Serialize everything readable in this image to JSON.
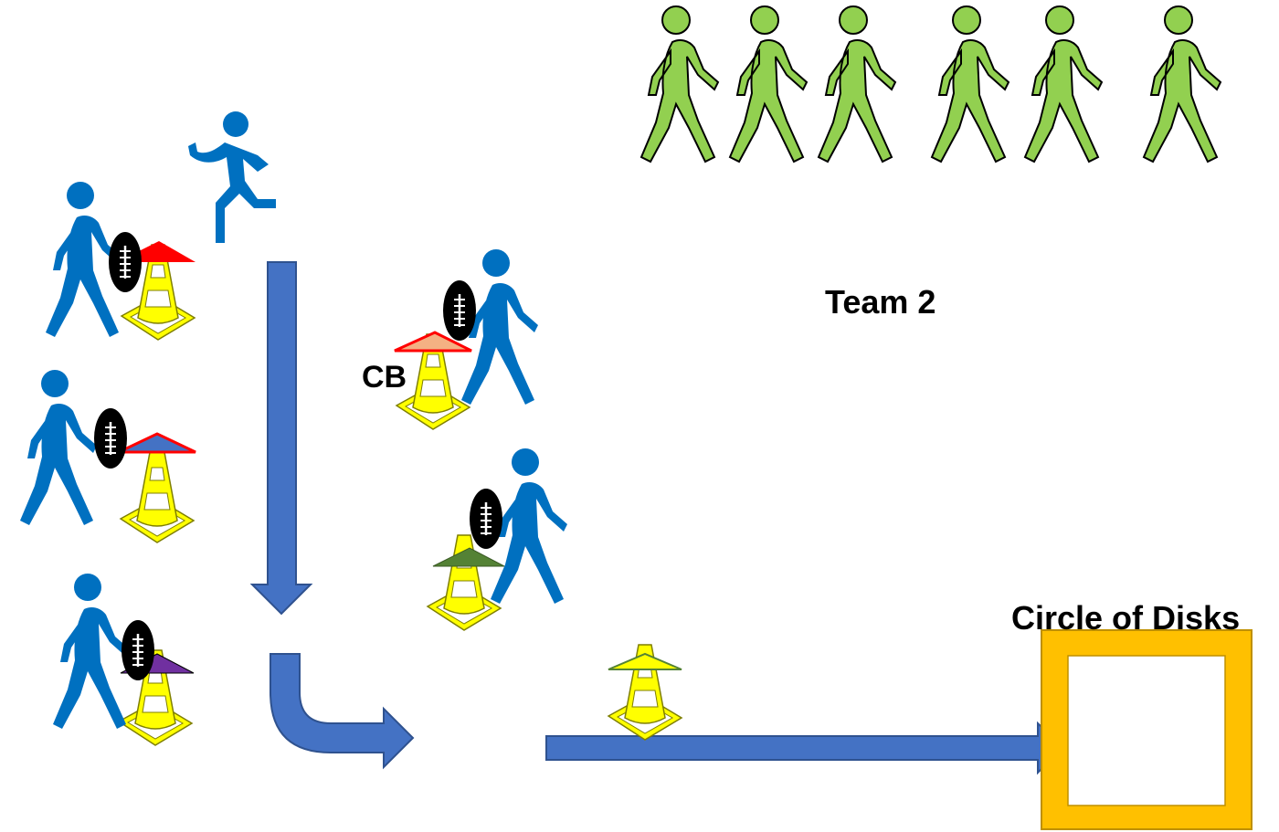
{
  "labels": {
    "team": "Team 2",
    "cb": "CB",
    "circle_of_disks": "Circle of Disks"
  },
  "colors": {
    "offense_player": "#0070c0",
    "team2_player": "#92d050",
    "player_outline": "#000000",
    "arrow": "#4472c4",
    "arrow_outline": "#2f528f",
    "cone": "#ffff00",
    "cone_outline": "#7f7f00",
    "disk_red": "#ff0000",
    "disk_blue": "#4472c4",
    "disk_purple": "#7030a0",
    "disk_orange": "#f4b183",
    "disk_green": "#548235",
    "disk_yellow": "#ffff00",
    "square": "#ffc000",
    "ball": "#000000"
  },
  "icons": {
    "player": "walking-person-icon",
    "runner": "running-person-icon",
    "cone": "traffic-cone-icon",
    "ball": "football-icon"
  }
}
